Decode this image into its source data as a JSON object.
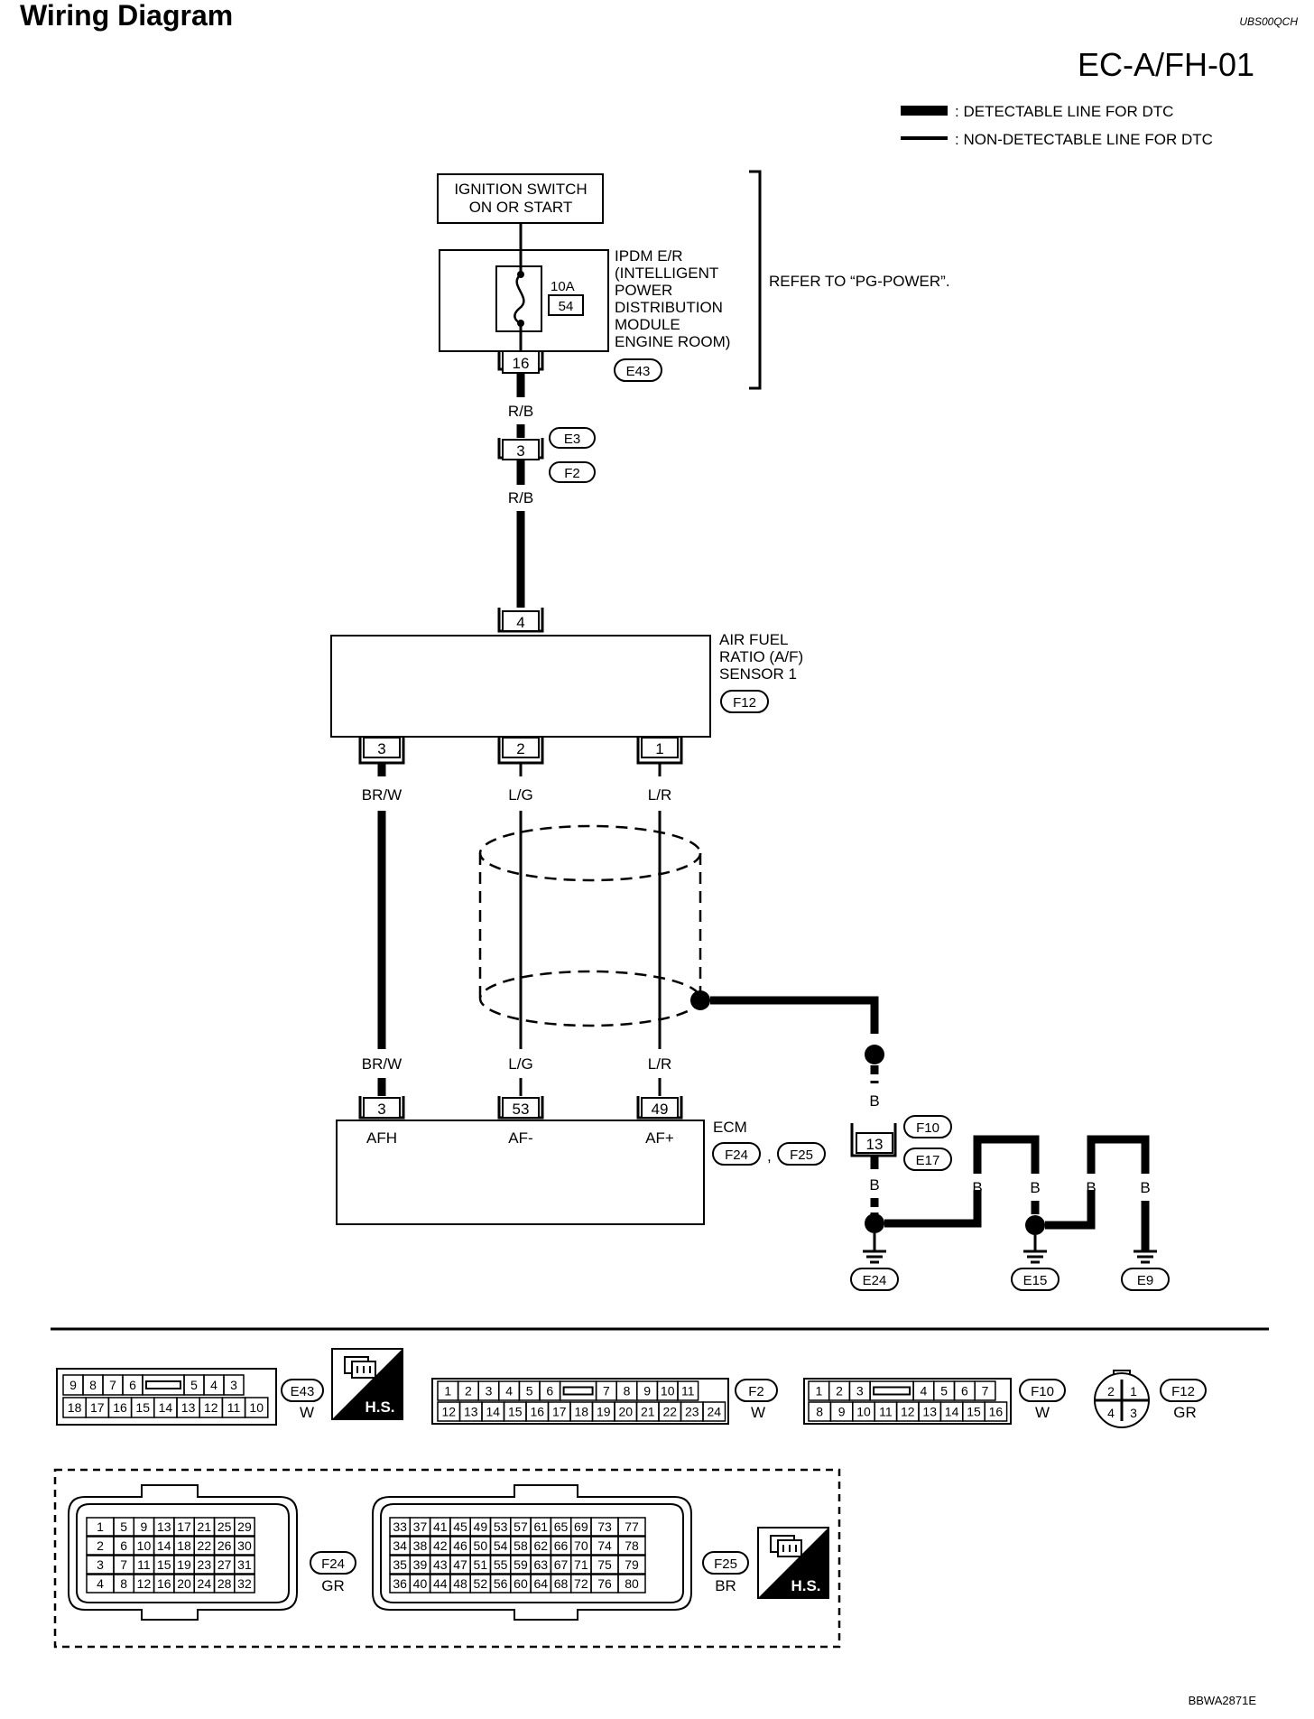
{
  "header": {
    "title": "Wiring Diagram",
    "ref_code": "UBS00QCH",
    "diagram_code": "EC-A/FH-01",
    "footer_code": "BBWA2871E"
  },
  "legend": {
    "detectable": ": DETECTABLE LINE FOR DTC",
    "non_detectable": ": NON-DETECTABLE LINE FOR DTC"
  },
  "components": {
    "ignition_line1": "IGNITION SWITCH",
    "ignition_line2": "ON OR START",
    "fuse_rating": "10A",
    "fuse_number": "54",
    "ipdm_lines": [
      "IPDM E/R",
      "(INTELLIGENT",
      "POWER",
      "DISTRIBUTION",
      "MODULE",
      "ENGINE ROOM)"
    ],
    "ipdm_pin": "16",
    "ipdm_connector": "E43",
    "refer": "REFER TO “PG-POWER”.",
    "joint_pin": "3",
    "joint_connector_top": "E3",
    "joint_connector_bottom": "F2",
    "wire_rb_top": "R/B",
    "wire_rb_bottom": "R/B",
    "sensor_pin_in": "4",
    "sensor_lines": [
      "AIR FUEL",
      "RATIO (A/F)",
      "SENSOR 1"
    ],
    "sensor_connector": "F12",
    "sensor_pins_out": [
      "3",
      "2",
      "1"
    ],
    "wires_top": [
      "BR/W",
      "L/G",
      "L/R"
    ],
    "wires_bottom": [
      "BR/W",
      "L/G",
      "L/R"
    ],
    "ecm_pins": [
      "3",
      "53",
      "49"
    ],
    "ecm_terminals": [
      "AFH",
      "AF-",
      "AF+"
    ],
    "ecm_label": "ECM",
    "ecm_connectors": [
      "F24",
      "F25"
    ],
    "ecm_separator": ",",
    "shield_wire_top": "B",
    "ground_joint_pin": "13",
    "ground_joint_connectors": [
      "F10",
      "E17"
    ],
    "shield_wire_bottom": "B",
    "ground_wires": [
      "B",
      "B",
      "B",
      "B"
    ],
    "grounds": [
      "E24",
      "E15",
      "E9"
    ]
  },
  "connectors": {
    "e43": {
      "code": "E43",
      "color": "W",
      "row1": [
        "9",
        "8",
        "7",
        "6",
        "",
        "5",
        "4",
        "3"
      ],
      "row2": [
        "18",
        "17",
        "16",
        "15",
        "14",
        "13",
        "12",
        "11",
        "10"
      ]
    },
    "hs_badge": "H.S.",
    "f2": {
      "code": "F2",
      "color": "W",
      "row1": [
        "1",
        "2",
        "3",
        "4",
        "5",
        "6",
        "",
        "7",
        "8",
        "9",
        "10",
        "11"
      ],
      "row2": [
        "12",
        "13",
        "14",
        "15",
        "16",
        "17",
        "18",
        "19",
        "20",
        "21",
        "22",
        "23",
        "24"
      ]
    },
    "f10": {
      "code": "F10",
      "color": "W",
      "row1": [
        "1",
        "2",
        "3",
        "",
        "4",
        "5",
        "6",
        "7"
      ],
      "row2": [
        "8",
        "9",
        "10",
        "11",
        "12",
        "13",
        "14",
        "15",
        "16"
      ]
    },
    "f12": {
      "code": "F12",
      "color": "GR",
      "pins": [
        "2",
        "1",
        "4",
        "3"
      ]
    },
    "f24": {
      "code": "F24",
      "color": "GR",
      "rows": [
        [
          "1",
          "5",
          "9",
          "13",
          "17",
          "21",
          "25",
          "29"
        ],
        [
          "2",
          "6",
          "10",
          "14",
          "18",
          "22",
          "26",
          "30"
        ],
        [
          "3",
          "7",
          "11",
          "15",
          "19",
          "23",
          "27",
          "31"
        ],
        [
          "4",
          "8",
          "12",
          "16",
          "20",
          "24",
          "28",
          "32"
        ]
      ]
    },
    "f25": {
      "code": "F25",
      "color": "BR",
      "rows": [
        [
          "33",
          "37",
          "41",
          "45",
          "49",
          "53",
          "57",
          "61",
          "65",
          "69",
          "73",
          "77"
        ],
        [
          "34",
          "38",
          "42",
          "46",
          "50",
          "54",
          "58",
          "62",
          "66",
          "70",
          "74",
          "78"
        ],
        [
          "35",
          "39",
          "43",
          "47",
          "51",
          "55",
          "59",
          "63",
          "67",
          "71",
          "75",
          "79"
        ],
        [
          "36",
          "40",
          "44",
          "48",
          "52",
          "56",
          "60",
          "64",
          "68",
          "72",
          "76",
          "80"
        ]
      ]
    }
  }
}
